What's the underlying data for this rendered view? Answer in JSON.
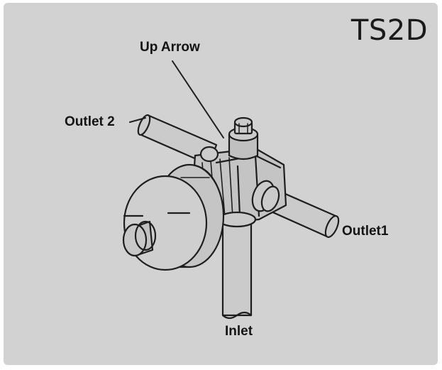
{
  "title": "TS2D",
  "labels": {
    "up_arrow": "Up Arrow",
    "outlet_2": "Outlet 2",
    "outlet_1": "Outlet1",
    "inlet": "Inlet"
  },
  "colors": {
    "background": "#d2d2d2",
    "body_fill": "#c6c6c6",
    "line": "#1e1e1e",
    "text": "#141414"
  }
}
